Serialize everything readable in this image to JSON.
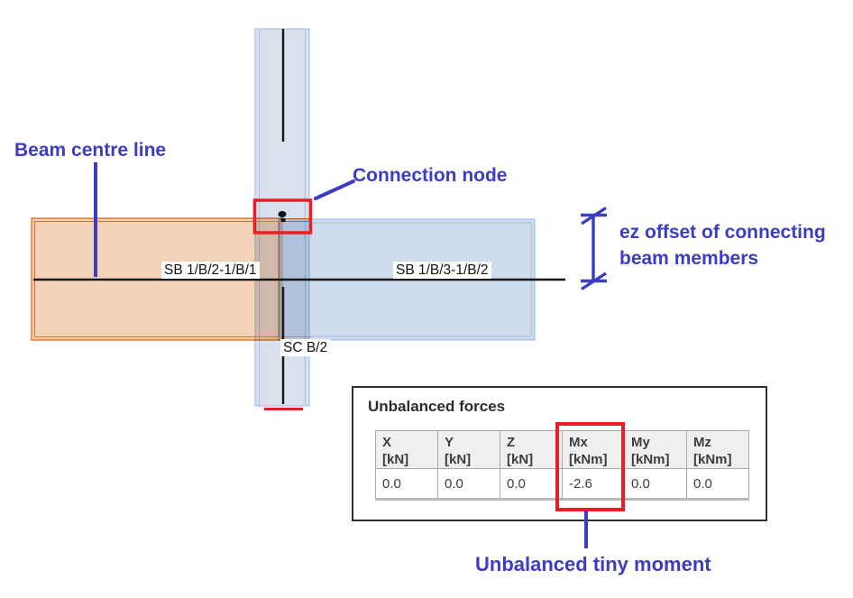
{
  "figure": {
    "annotations": {
      "beam_centre_line": "Beam centre line",
      "connection_node": "Connection node",
      "ez_offset_line1": "ez offset of connecting",
      "ez_offset_line2": "beam members",
      "unbalanced_tiny_moment": "Unbalanced tiny moment"
    },
    "member_labels": {
      "left_beam": "SB 1/B/2-1/B/1",
      "right_beam": "SB 1/B/3-1/B/2",
      "column": "SC B/2"
    }
  },
  "panel": {
    "title": "Unbalanced forces",
    "table": {
      "columns": [
        {
          "name": "X",
          "unit": "[kN]"
        },
        {
          "name": "Y",
          "unit": "[kN]"
        },
        {
          "name": "Z",
          "unit": "[kN]"
        },
        {
          "name": "Mx",
          "unit": "[kNm]"
        },
        {
          "name": "My",
          "unit": "[kNm]"
        },
        {
          "name": "Mz",
          "unit": "[kNm]"
        }
      ],
      "values": [
        "0.0",
        "0.0",
        "0.0",
        "-2.6",
        "0.0",
        "0.0"
      ],
      "highlighted_column": "Mx"
    }
  },
  "colors": {
    "annotation_blue": "#3c3cc4",
    "highlight_red": "#e81e25",
    "left_beam_orange": "#e0722b",
    "right_beam_fill": "#d0dbec",
    "column_fill": "#d9e2ec",
    "centre_line_black": "#151515"
  }
}
